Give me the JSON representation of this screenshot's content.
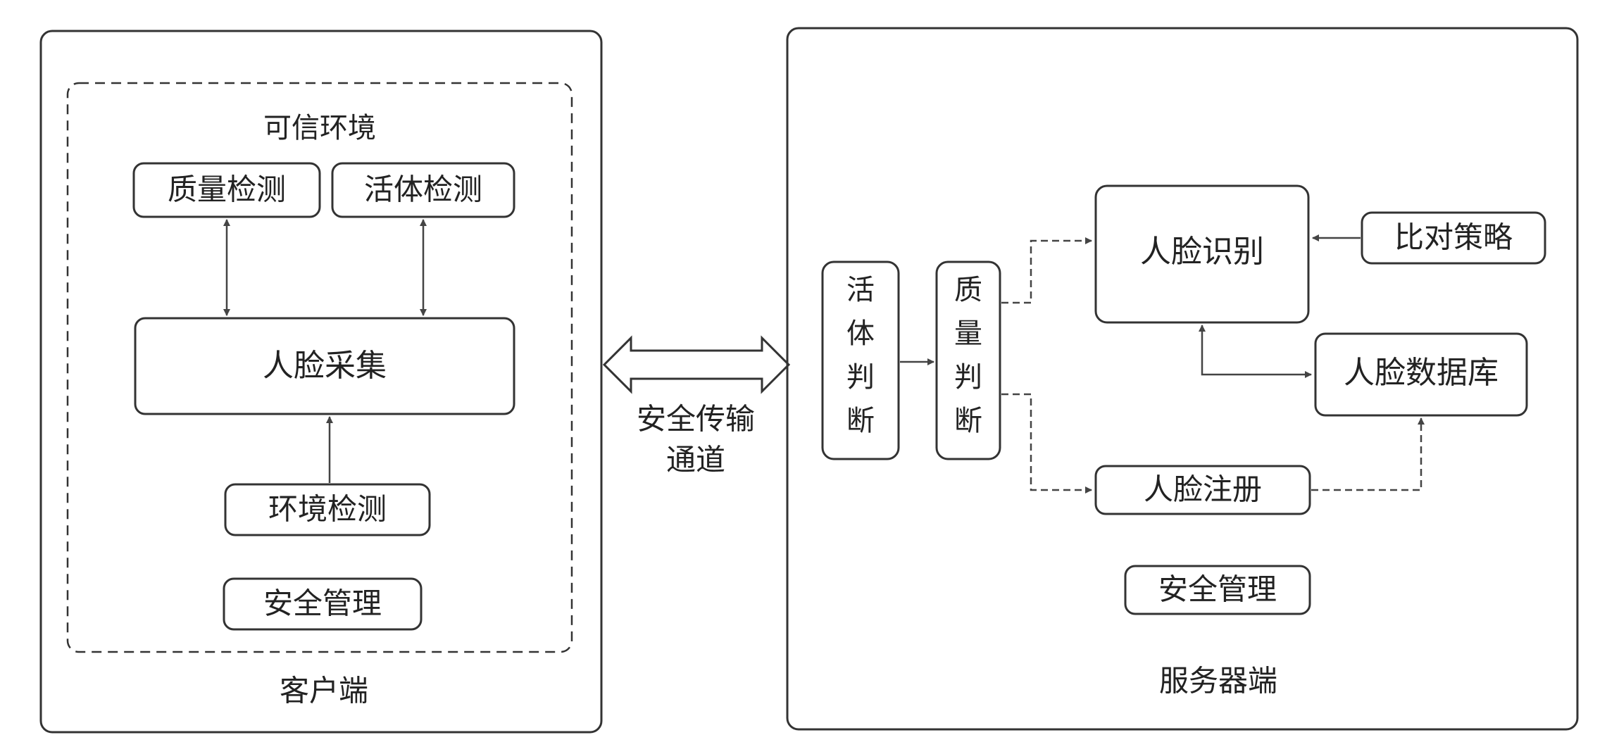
{
  "client": {
    "label": "客户端",
    "trusted_env": {
      "label": "可信环境",
      "quality_check": "质量检测",
      "liveness_check": "活体检测",
      "face_capture": "人脸采集",
      "env_check": "环境检测",
      "security_mgmt": "安全管理"
    }
  },
  "channel": {
    "line1": "安全传输",
    "line2": "通道"
  },
  "server": {
    "label": "服务器端",
    "liveness_judge": [
      "活",
      "体",
      "判",
      "断"
    ],
    "quality_judge": [
      "质",
      "量",
      "判",
      "断"
    ],
    "face_recognition": "人脸识别",
    "compare_strategy": "比对策略",
    "face_database": "人脸数据库",
    "face_register": "人脸注册",
    "security_mgmt": "安全管理"
  }
}
